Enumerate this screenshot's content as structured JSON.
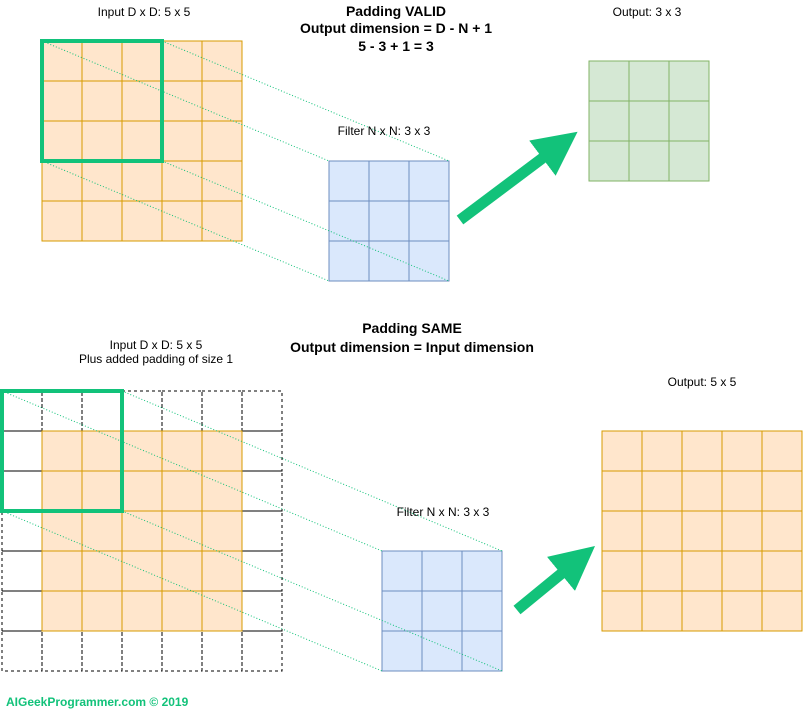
{
  "valid": {
    "input_label": "Input D x D: 5 x 5",
    "title": "Padding VALID",
    "formula": "Output dimension = D - N + 1",
    "calc": "5 - 3 + 1 = 3",
    "filter_label": "Filter N x N: 3 x 3",
    "output_label": "Output: 3 x 3"
  },
  "same": {
    "title": "Padding SAME",
    "formula": "Output dimension = Input dimension",
    "input_label_1": "Input D x D: 5 x 5",
    "input_label_2": "Plus added padding of size 1",
    "filter_label": "Filter N x N: 3 x 3",
    "output_label": "Output: 5 x 5"
  },
  "footer": {
    "copyright": "AIGeekProgrammer.com © 2019"
  },
  "colors": {
    "input_fill": "#ffe6cc",
    "input_stroke": "#d79b00",
    "filter_fill": "#dae8fc",
    "filter_stroke": "#6c8ebf",
    "output_valid_fill": "#d5e8d4",
    "output_valid_stroke": "#82b366",
    "accent": "#12c27a",
    "padding_stroke": "#000000"
  }
}
